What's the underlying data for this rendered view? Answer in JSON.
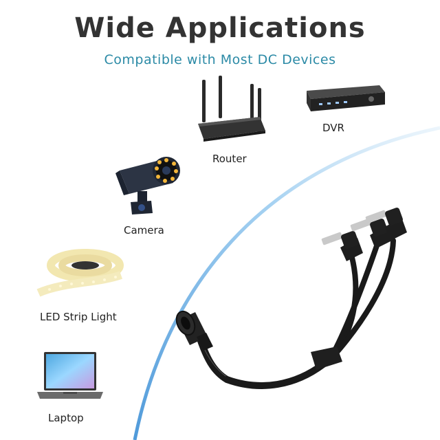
{
  "header": {
    "title": "Wide Applications",
    "subtitle": "Compatible with Most DC  Devices"
  },
  "devices": [
    {
      "name": "router",
      "label": "Router",
      "icon": "router-icon"
    },
    {
      "name": "dvr",
      "label": "DVR",
      "icon": "dvr-icon"
    },
    {
      "name": "camera",
      "label": "Camera",
      "icon": "camera-icon"
    },
    {
      "name": "led-strip",
      "label": "LED Strip Light",
      "icon": "led-strip-icon"
    },
    {
      "name": "laptop",
      "label": "Laptop",
      "icon": "laptop-icon"
    }
  ],
  "product": {
    "icon": "splitter-cable-icon"
  },
  "colors": {
    "title": "#333333",
    "subtitle": "#2b8aa6",
    "arc": "#4aa3df",
    "cable": "#1a1a1a"
  }
}
